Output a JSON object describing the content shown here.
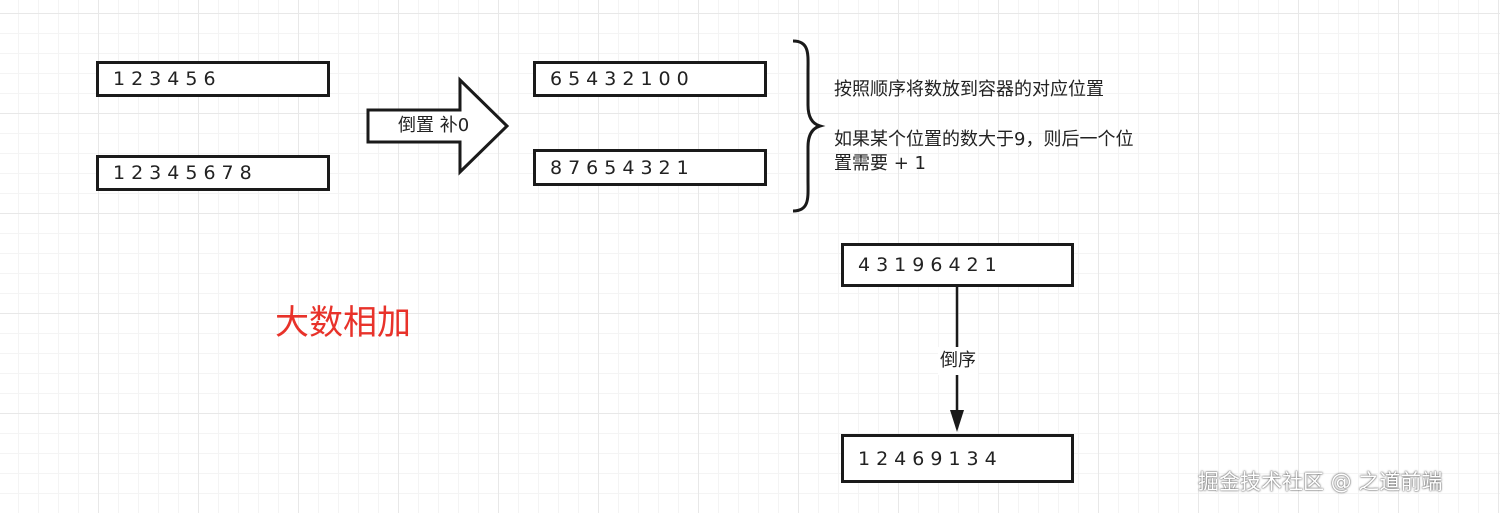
{
  "inputs": {
    "a": "123456",
    "b": "12345678"
  },
  "reversed": {
    "a": "65432100",
    "b": "87654321"
  },
  "arrow_label": "倒置 补0",
  "notes": {
    "line1": "按照顺序将数放到容器的对应位置",
    "line2": "如果某个位置的数大于9，则后一个位",
    "line3": "置需要 + 1"
  },
  "title": "大数相加",
  "title_color": "#e8322a",
  "result": {
    "reversed_sum": "43196421",
    "down_label": "倒序",
    "final": "12469134"
  },
  "watermark": "掘金技术社区 @ 之道前端"
}
